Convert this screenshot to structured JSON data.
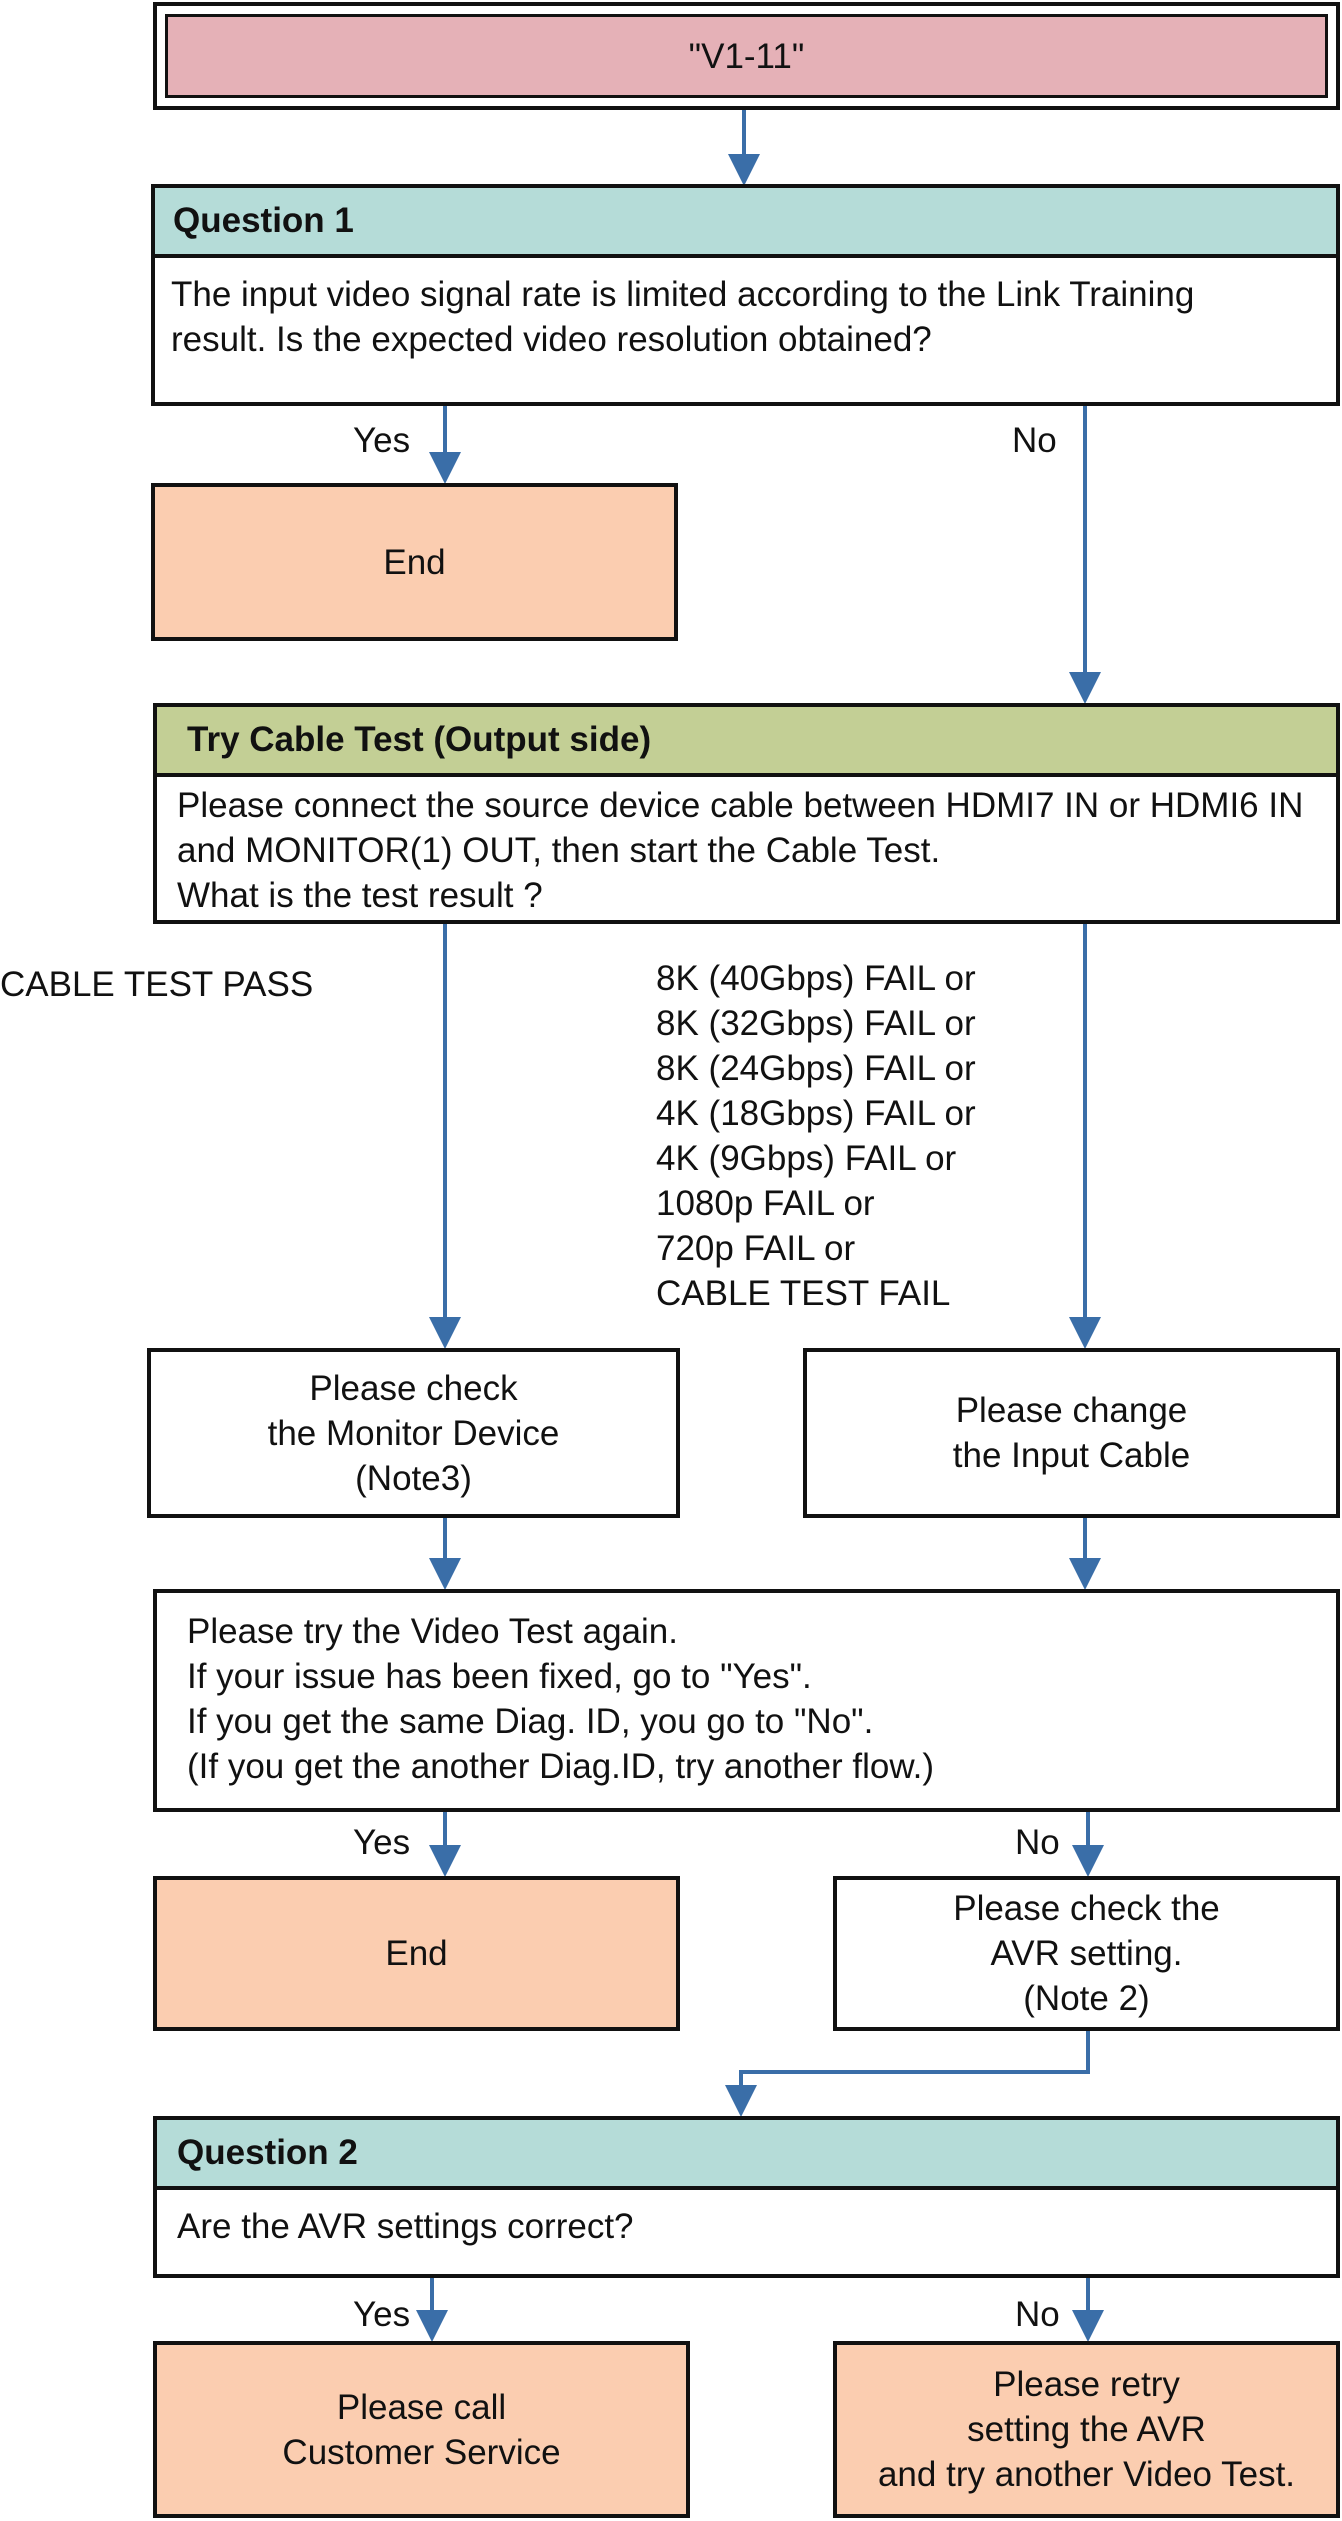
{
  "start": {
    "label": "\"V1-11\""
  },
  "question1": {
    "title": "Question 1",
    "text": "The input video signal rate is limited according to the Link Training result. Is the expected video resolution obtained?",
    "yes_label": "Yes",
    "no_label": "No",
    "yes_result": "End"
  },
  "cable_test": {
    "title": "Try Cable Test (Output side)",
    "lines": [
      "Please connect the source device cable between HDMI7 IN or HDMI6 IN",
      "and MONITOR(1) OUT, then start the Cable Test.",
      "What is the test result ?"
    ],
    "pass_label": "CABLE TEST PASS",
    "fail_lines": [
      "8K (40Gbps) FAIL or",
      "8K (32Gbps) FAIL or",
      "8K (24Gbps) FAIL or",
      "4K (18Gbps) FAIL or",
      "4K (9Gbps) FAIL or",
      "1080p FAIL or",
      "720p FAIL or",
      "CABLE TEST FAIL"
    ],
    "pass_action": [
      "Please check",
      "the Monitor Device",
      "(Note3)"
    ],
    "fail_action": [
      "Please change",
      "the Input Cable"
    ]
  },
  "retry": {
    "lines": [
      "Please try the Video Test again.",
      "If your issue has been fixed, go to \"Yes\".",
      "If you get the same Diag. ID, you go to \"No\".",
      "(If you get the another Diag.ID, try another flow.)"
    ],
    "yes_label": "Yes",
    "no_label": "No",
    "yes_result": "End",
    "no_action": [
      "Please check the",
      "AVR setting.",
      "(Note 2)"
    ]
  },
  "question2": {
    "title": "Question 2",
    "text": "Are the AVR settings correct?",
    "yes_label": "Yes",
    "no_label": "No",
    "yes_result": [
      "Please call",
      "Customer Service"
    ],
    "no_result": [
      "Please retry",
      "setting the AVR",
      "and try another Video Test."
    ]
  },
  "colors": {
    "start_fill": "#e5b1b7",
    "question_header": "#b5dcd8",
    "cable_header": "#c3cf95",
    "end_fill": "#fbcdb0",
    "arrow": "#3a6ea8"
  }
}
